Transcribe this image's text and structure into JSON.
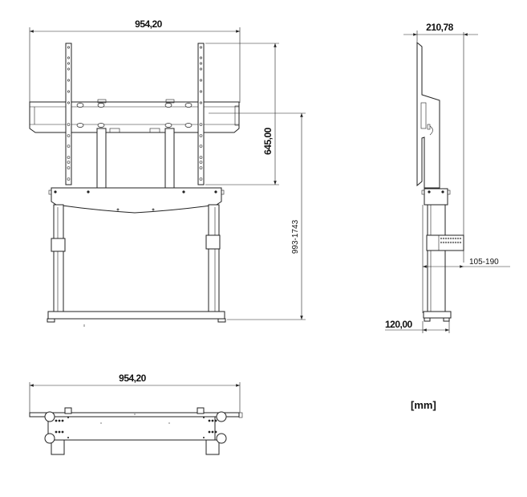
{
  "front_view": {
    "width_label": "954,20",
    "vesa_height_label": "645,00",
    "height_range_label": "993-1743"
  },
  "side_view": {
    "depth_label": "210,78",
    "tilt_range_label": "105-190",
    "foot_label": "120,00"
  },
  "top_view": {
    "width_label": "954,20"
  },
  "units_label": "[mm]"
}
